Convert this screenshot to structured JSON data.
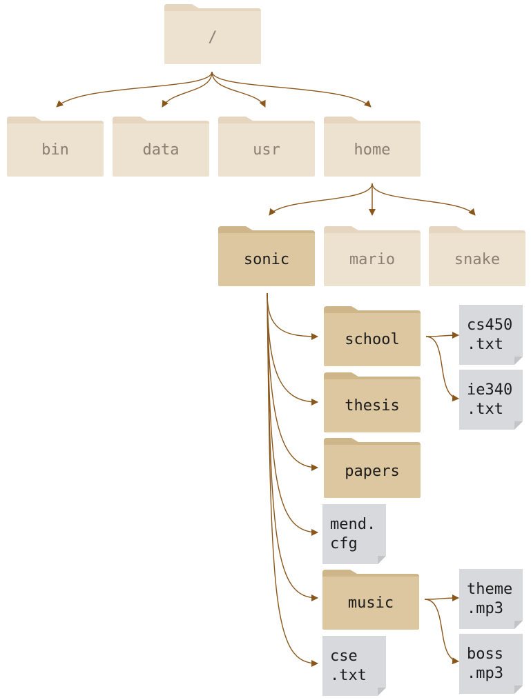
{
  "colors": {
    "folder_faded": "#ede1cf",
    "folder_faded_tab": "#e6d6bf",
    "folder_active": "#dcc7a0",
    "folder_active_tab": "#ceb68a",
    "file": "#d8d9dc",
    "file_fold": "#c3c4c7",
    "arrow": "#8a561a",
    "text_dim": "#8a8070",
    "text_bold": "#1b1b1b"
  },
  "nodes": {
    "root": {
      "kind": "folder",
      "state": "faded",
      "lines": [
        "/"
      ]
    },
    "bin": {
      "kind": "folder",
      "state": "faded",
      "lines": [
        "bin"
      ]
    },
    "data": {
      "kind": "folder",
      "state": "faded",
      "lines": [
        "data"
      ]
    },
    "usr": {
      "kind": "folder",
      "state": "faded",
      "lines": [
        "usr"
      ]
    },
    "home": {
      "kind": "folder",
      "state": "faded",
      "lines": [
        "home"
      ]
    },
    "sonic": {
      "kind": "folder",
      "state": "active",
      "lines": [
        "sonic"
      ]
    },
    "mario": {
      "kind": "folder",
      "state": "faded",
      "lines": [
        "mario"
      ]
    },
    "snake": {
      "kind": "folder",
      "state": "faded",
      "lines": [
        "snake"
      ]
    },
    "school": {
      "kind": "folder",
      "state": "active",
      "lines": [
        "school"
      ]
    },
    "thesis": {
      "kind": "folder",
      "state": "active",
      "lines": [
        "thesis"
      ]
    },
    "papers": {
      "kind": "folder",
      "state": "active",
      "lines": [
        "papers"
      ]
    },
    "mend_cfg": {
      "kind": "file",
      "lines": [
        "mend.",
        "cfg"
      ]
    },
    "music": {
      "kind": "folder",
      "state": "active",
      "lines": [
        "music"
      ]
    },
    "cse_txt": {
      "kind": "file",
      "lines": [
        "cse",
        ".txt"
      ]
    },
    "cs450_txt": {
      "kind": "file",
      "lines": [
        "cs450",
        ".txt"
      ]
    },
    "ie340_txt": {
      "kind": "file",
      "lines": [
        "ie340",
        ".txt"
      ]
    },
    "theme_mp3": {
      "kind": "file",
      "lines": [
        "theme",
        ".mp3"
      ]
    },
    "boss_mp3": {
      "kind": "file",
      "lines": [
        "boss",
        ".mp3"
      ]
    }
  },
  "edges": [
    [
      "root",
      "bin"
    ],
    [
      "root",
      "data"
    ],
    [
      "root",
      "usr"
    ],
    [
      "root",
      "home"
    ],
    [
      "home",
      "sonic"
    ],
    [
      "home",
      "mario"
    ],
    [
      "home",
      "snake"
    ],
    [
      "sonic",
      "school"
    ],
    [
      "sonic",
      "thesis"
    ],
    [
      "sonic",
      "papers"
    ],
    [
      "sonic",
      "mend_cfg"
    ],
    [
      "sonic",
      "music"
    ],
    [
      "sonic",
      "cse_txt"
    ],
    [
      "school",
      "cs450_txt"
    ],
    [
      "school",
      "ie340_txt"
    ],
    [
      "music",
      "theme_mp3"
    ],
    [
      "music",
      "boss_mp3"
    ]
  ]
}
